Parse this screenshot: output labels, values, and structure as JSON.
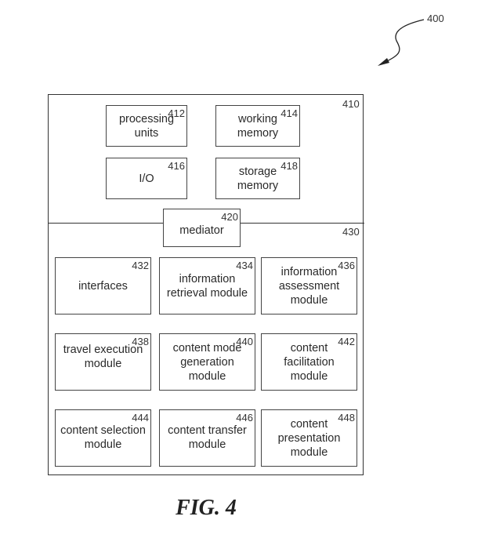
{
  "figure": {
    "reference": "400",
    "caption": "FIG. 4"
  },
  "system": {
    "ref": "410",
    "components": [
      {
        "ref": "412",
        "label": "processing\nunits"
      },
      {
        "ref": "414",
        "label": "working\nmemory"
      },
      {
        "ref": "416",
        "label": "I/O"
      },
      {
        "ref": "418",
        "label": "storage\nmemory"
      }
    ]
  },
  "mediator": {
    "ref": "420",
    "label": "mediator"
  },
  "modules_section": {
    "ref": "430",
    "modules": [
      {
        "ref": "432",
        "label": "interfaces"
      },
      {
        "ref": "434",
        "label": "information\nretrieval module"
      },
      {
        "ref": "436",
        "label": "information\nassessment\nmodule"
      },
      {
        "ref": "438",
        "label": "travel execution\nmodule"
      },
      {
        "ref": "440",
        "label": "content mode\ngeneration\nmodule"
      },
      {
        "ref": "442",
        "label": "content\nfacilitation\nmodule"
      },
      {
        "ref": "444",
        "label": "content selection\nmodule"
      },
      {
        "ref": "446",
        "label": "content transfer\nmodule"
      },
      {
        "ref": "448",
        "label": "content\npresentation\nmodule"
      }
    ]
  }
}
